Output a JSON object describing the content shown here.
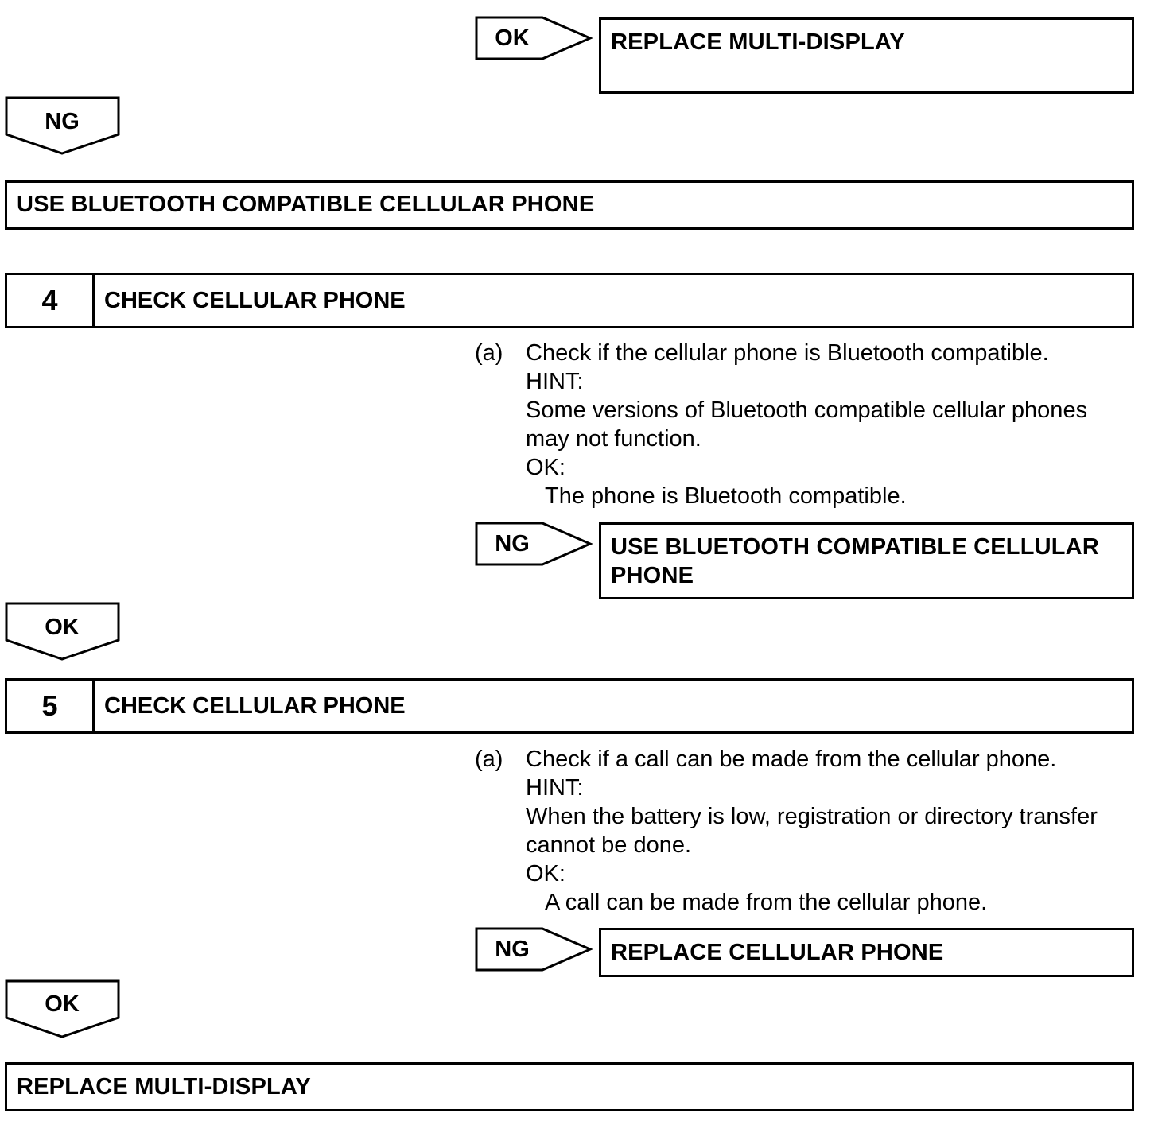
{
  "top": {
    "ok_label": "OK",
    "ok_result": "REPLACE MULTI-DISPLAY",
    "ng_label": "NG",
    "ng_result": "USE BLUETOOTH COMPATIBLE CELLULAR PHONE"
  },
  "step4": {
    "number": "4",
    "title": "CHECK CELLULAR PHONE",
    "item_marker": "(a)",
    "instruction": "Check if the cellular phone is Bluetooth compatible.",
    "hint_label": "HINT:",
    "hint_line1": "Some versions of Bluetooth compatible cellular phones",
    "hint_line2": "may not function.",
    "ok_heading": "OK:",
    "ok_condition": "The phone is Bluetooth compatible.",
    "ng_label": "NG",
    "ng_result_line1": "USE BLUETOOTH COMPATIBLE CELLULAR",
    "ng_result_line2": "PHONE",
    "ok_label": "OK"
  },
  "step5": {
    "number": "5",
    "title": "CHECK CELLULAR PHONE",
    "item_marker": "(a)",
    "instruction": "Check if a call can be made from the cellular phone.",
    "hint_label": "HINT:",
    "hint_line1": "When the battery is low, registration or directory transfer",
    "hint_line2": "cannot be done.",
    "ok_heading": "OK:",
    "ok_condition": "A call can be made from the cellular phone.",
    "ng_label": "NG",
    "ng_result": "REPLACE CELLULAR PHONE",
    "ok_label": "OK"
  },
  "final": {
    "result": "REPLACE MULTI-DISPLAY"
  }
}
